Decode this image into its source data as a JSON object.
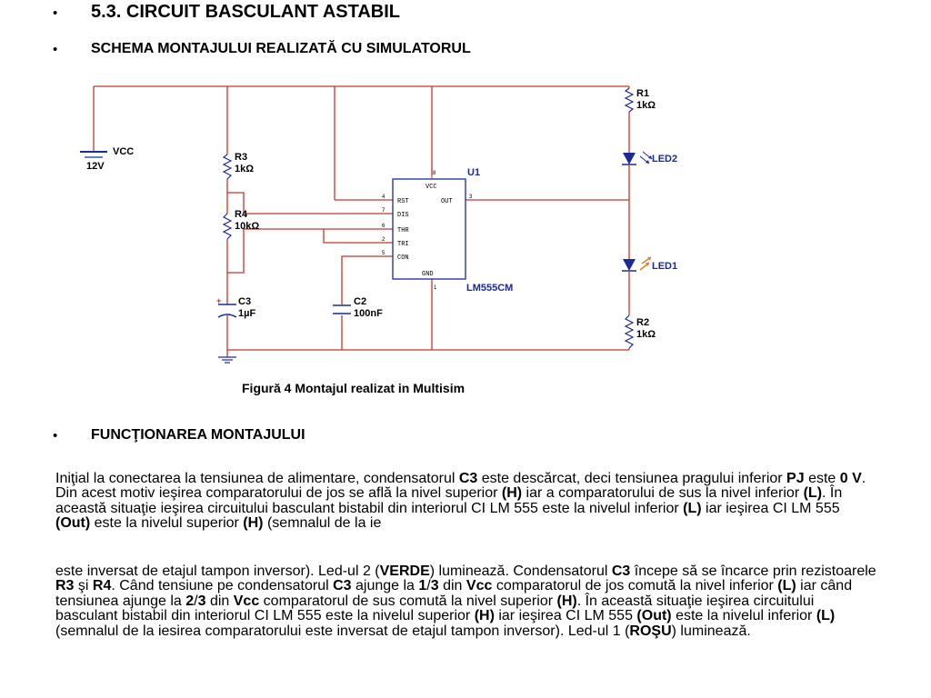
{
  "bullet_char": "•",
  "heading1": "5.3. CIRCUIT BASCULANT ASTABIL",
  "heading2": "SCHEMA MONTAJULUI REALIZATĂ CU SIMULATORUL",
  "heading3": "FUNCŢIONAREA MONTAJULUI",
  "caption": "Figură 4 Montajul realizat in Multisim",
  "schematic": {
    "vcc_label": "VCC",
    "vcc_value": "12V",
    "r1_name": "R1",
    "r1_value": "1kΩ",
    "r2_name": "R2",
    "r2_value": "1kΩ",
    "r3_name": "R3",
    "r3_value": "1kΩ",
    "r4_name": "R4",
    "r4_value": "10kΩ",
    "c2_name": "C2",
    "c2_value": "100nF",
    "c3_name": "C3",
    "c3_value": "1µF",
    "c3_polarity": "+",
    "led2_name": "LED2",
    "led1_name": "LED1",
    "ic_name": "U1",
    "ic_part": "LM555CM",
    "pins": {
      "vcc": "VCC",
      "rst": "RST",
      "out": "OUT",
      "dis": "DIS",
      "thr": "THR",
      "tri": "TRI",
      "con": "CON",
      "gnd": "GND",
      "n8": "8",
      "n4": "4",
      "n3": "3",
      "n7": "7",
      "n6": "6",
      "n2": "2",
      "n5": "5",
      "n1": "1"
    },
    "colors": {
      "wire": "#c0392b",
      "component": "#1a2a9a",
      "led_glow": "#e67e22",
      "led_glow2": "#1a2a9a"
    }
  },
  "para1": [
    {
      "t": "Iniţial la conectarea la tensiunea de alimentare, condensatorul ",
      "b": false
    },
    {
      "t": "C3",
      "b": true
    },
    {
      "t": " este descărcat, deci tensiunea pragului inferior ",
      "b": false
    },
    {
      "t": "PJ",
      "b": true
    },
    {
      "t": " este ",
      "b": false
    },
    {
      "t": "0 V",
      "b": true
    },
    {
      "t": ". Din acest motiv ieşirea comparatorului de jos se află la nivel superior ",
      "b": false
    },
    {
      "t": "(H)",
      "b": true
    },
    {
      "t": " iar a comparatorului de sus la nivel inferior ",
      "b": false
    },
    {
      "t": "(L)",
      "b": true
    },
    {
      "t": ". În această situaţie ieşirea circuitului basculant bistabil din interiorul CI LM 555 este la nivelul inferior ",
      "b": false
    },
    {
      "t": "(L)",
      "b": true
    },
    {
      "t": " iar ieşirea CI LM 555 ",
      "b": false
    },
    {
      "t": "(Out)",
      "b": true
    },
    {
      "t": " este la nivelul superior ",
      "b": false
    },
    {
      "t": "(H)",
      "b": true
    },
    {
      "t": " (semnalul de la ie",
      "b": false
    }
  ],
  "para2": [
    {
      "t": "este inversat de etajul tampon inversor). Led-ul 2 (",
      "b": false
    },
    {
      "t": "VERDE",
      "b": true
    },
    {
      "t": ") luminează. Condensatorul ",
      "b": false
    },
    {
      "t": "C3",
      "b": true
    },
    {
      "t": " începe să se încarce prin rezistoarele ",
      "b": false
    },
    {
      "t": "R3",
      "b": true
    },
    {
      "t": " şi ",
      "b": false
    },
    {
      "t": "R4",
      "b": true
    },
    {
      "t": ". Când tensiune pe condensatorul ",
      "b": false
    },
    {
      "t": "C3",
      "b": true
    },
    {
      "t": " ajunge la ",
      "b": false
    },
    {
      "t": "1",
      "b": true
    },
    {
      "t": "/",
      "b": false
    },
    {
      "t": "3",
      "b": true
    },
    {
      "t": " din ",
      "b": false
    },
    {
      "t": "Vcc",
      "b": true
    },
    {
      "t": " comparatorul de jos comută la nivel inferior ",
      "b": false
    },
    {
      "t": "(L)",
      "b": true
    },
    {
      "t": " iar când tensiunea ajunge la ",
      "b": false
    },
    {
      "t": "2",
      "b": true
    },
    {
      "t": "/",
      "b": false
    },
    {
      "t": "3",
      "b": true
    },
    {
      "t": " din ",
      "b": false
    },
    {
      "t": "Vcc",
      "b": true
    },
    {
      "t": " comparatorul de sus comută la nivel superior ",
      "b": false
    },
    {
      "t": "(H)",
      "b": true
    },
    {
      "t": ". În această situaţie ieşirea circuitului basculant bistabil din interiorul CI LM 555 este la nivelul superior ",
      "b": false
    },
    {
      "t": "(H)",
      "b": true
    },
    {
      "t": " iar ieşirea CI LM 555 ",
      "b": false
    },
    {
      "t": "(Out)",
      "b": true
    },
    {
      "t": " este la nivelul inferior ",
      "b": false
    },
    {
      "t": "(L)",
      "b": true
    },
    {
      "t": " (semnalul de la iesirea comparatorului este inversat de etajul tampon inversor). Led-ul 1 (",
      "b": false
    },
    {
      "t": "ROŞU",
      "b": true
    },
    {
      "t": ") luminează.",
      "b": false
    }
  ]
}
